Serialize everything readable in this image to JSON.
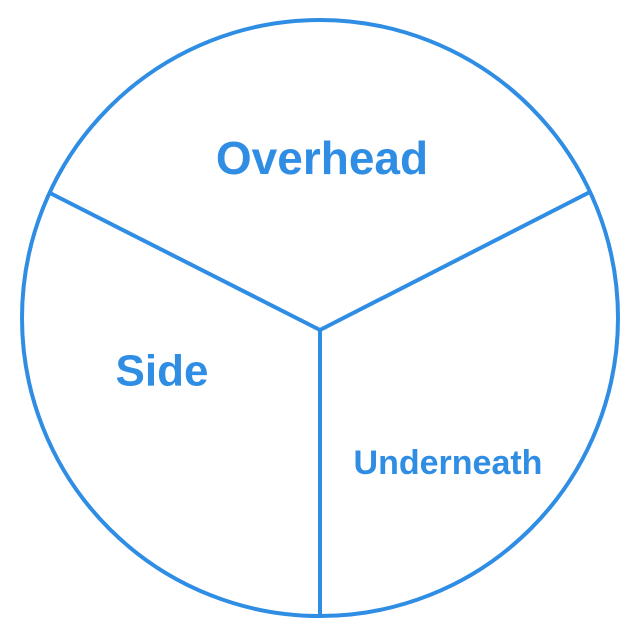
{
  "diagram": {
    "accent_color": "#2f8de4",
    "segments": [
      {
        "label": "Overhead"
      },
      {
        "label": "Side"
      },
      {
        "label": "Underneath"
      }
    ]
  }
}
